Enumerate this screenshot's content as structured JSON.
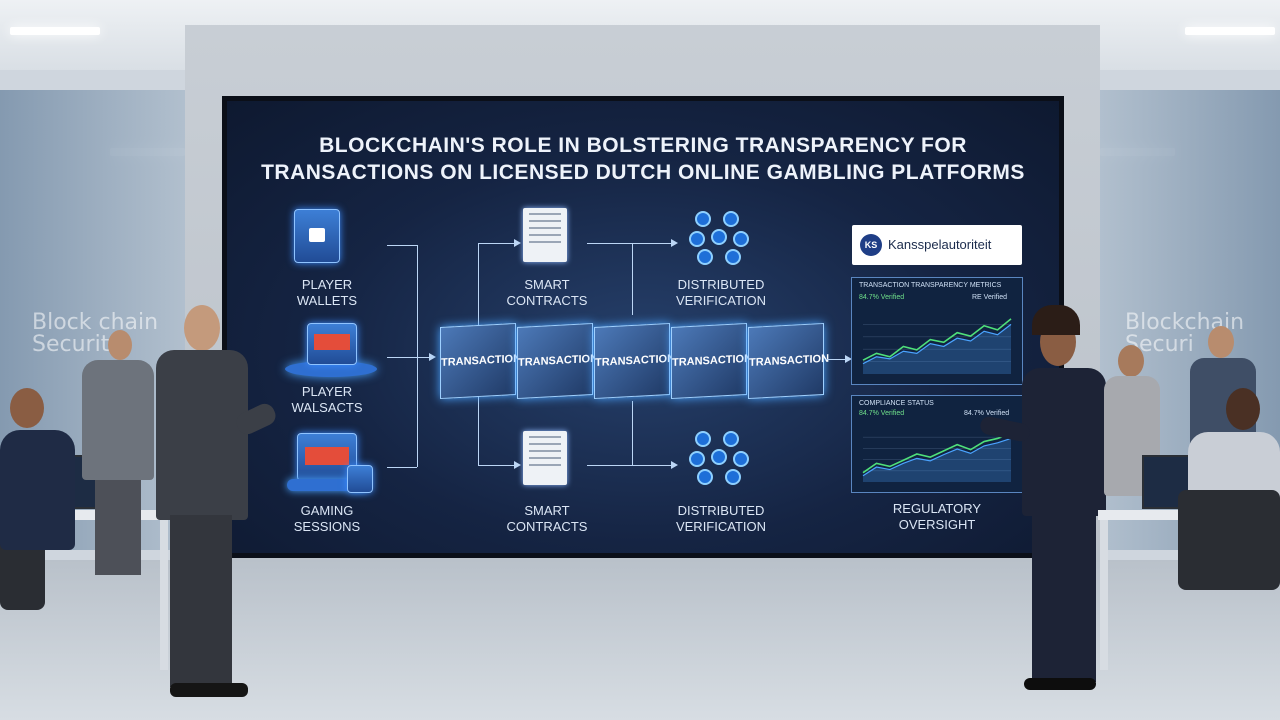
{
  "title": {
    "line1": "BLOCKCHAIN'S ROLE IN BOLSTERING TRANSPARENCY FOR",
    "line2": "TRANSACTIONS ON LICENSED DUTCH ONLINE GAMBLING PLATFORMS"
  },
  "left_column": [
    {
      "icon": "wallet-lock-icon",
      "label_line1": "PLAYER",
      "label_line2": "WALLETS"
    },
    {
      "icon": "slot-machine-icon",
      "label_line1": "PLAYER",
      "label_line2": "WALSACTS"
    },
    {
      "icon": "slot-machine-lock-icon",
      "label_line1": "GAMING",
      "label_line2": "SESSIONS"
    }
  ],
  "middle_top": {
    "icon": "contract-document-icon",
    "label_line1": "SMART",
    "label_line2": "CONTRACTS"
  },
  "middle_bottom": {
    "icon": "contract-document-icon",
    "label_line1": "SMART",
    "label_line2": "CONTRACTS"
  },
  "network_top": {
    "icon": "network-nodes-icon",
    "label_line1": "DISTRIBUTED",
    "label_line2": "VERIFICATION"
  },
  "network_bottom": {
    "icon": "network-nodes-icon",
    "label_line1": "DISTRIBUTED",
    "label_line2": "VERIFICATION"
  },
  "chain_blocks": [
    "TRANSACTION",
    "TRANSACTION",
    "TRANSACTION",
    "TRANSACTION",
    "TRANSACTION"
  ],
  "regulator": {
    "logo_text": "Kansspelautoriteit",
    "logo_mark": "KS"
  },
  "panel_top": {
    "title": "TRANSACTION TRANSPARENCY METRICS",
    "stat_left": "84.7% Verified",
    "stat_right": "RE Verified"
  },
  "panel_bottom": {
    "title": "COMPLIANCE STATUS",
    "stat_left": "84.7% Verified",
    "stat_right": "84.7% Verified"
  },
  "regulatory_label": {
    "line1": "REGULATORY",
    "line2": "OVERSIGHT"
  },
  "glass_text_left": {
    "line1": "Block chain",
    "line2": "Securit"
  },
  "glass_text_right": {
    "line1": "Blockchain",
    "line2": "Securi"
  },
  "colors": {
    "screen_bg": "#152443",
    "accent_blue": "#3c8cff",
    "chart_green": "#4fe07a"
  },
  "chart_data": [
    {
      "type": "line",
      "series": [
        {
          "values": [
            2,
            3,
            2.5,
            4,
            3.5,
            5,
            4.6,
            6,
            5.5,
            7,
            6.4,
            8
          ]
        },
        {
          "values": [
            1.5,
            2.5,
            2.2,
            3.3,
            3,
            4.4,
            4,
            5.2,
            4.8,
            6.2,
            5.7,
            7.2
          ]
        }
      ]
    },
    {
      "type": "line",
      "series": [
        {
          "values": [
            1.5,
            3,
            2.5,
            3.5,
            4.5,
            4,
            5,
            6,
            5.2,
            6.5,
            7,
            7.8
          ]
        },
        {
          "values": [
            1,
            2.4,
            2,
            3,
            3.8,
            3.4,
            4.4,
            5.3,
            4.6,
            5.8,
            6.3,
            7
          ]
        }
      ]
    }
  ]
}
